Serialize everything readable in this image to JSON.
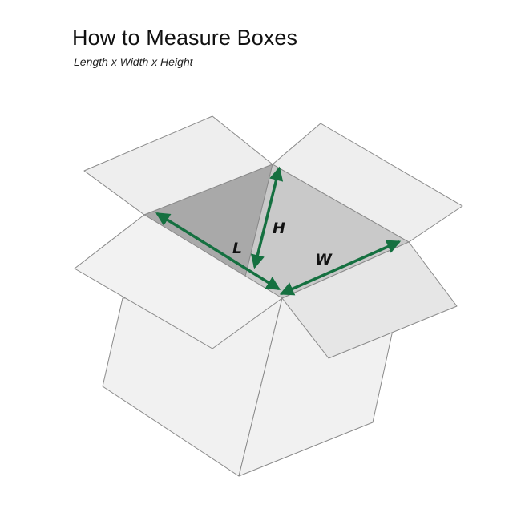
{
  "header": {
    "title": "How to Measure Boxes",
    "subtitle": "Length x Width x Height"
  },
  "diagram": {
    "labels": {
      "length": "L",
      "height": "H",
      "width": "W"
    },
    "colors": {
      "arrow": "#157040",
      "outline": "#8a8a8a",
      "face_light": "#f0f0f0",
      "face_mid": "#e6e6e6",
      "interior_left": "#a9a9a9",
      "interior_right": "#c8c8c8"
    }
  }
}
